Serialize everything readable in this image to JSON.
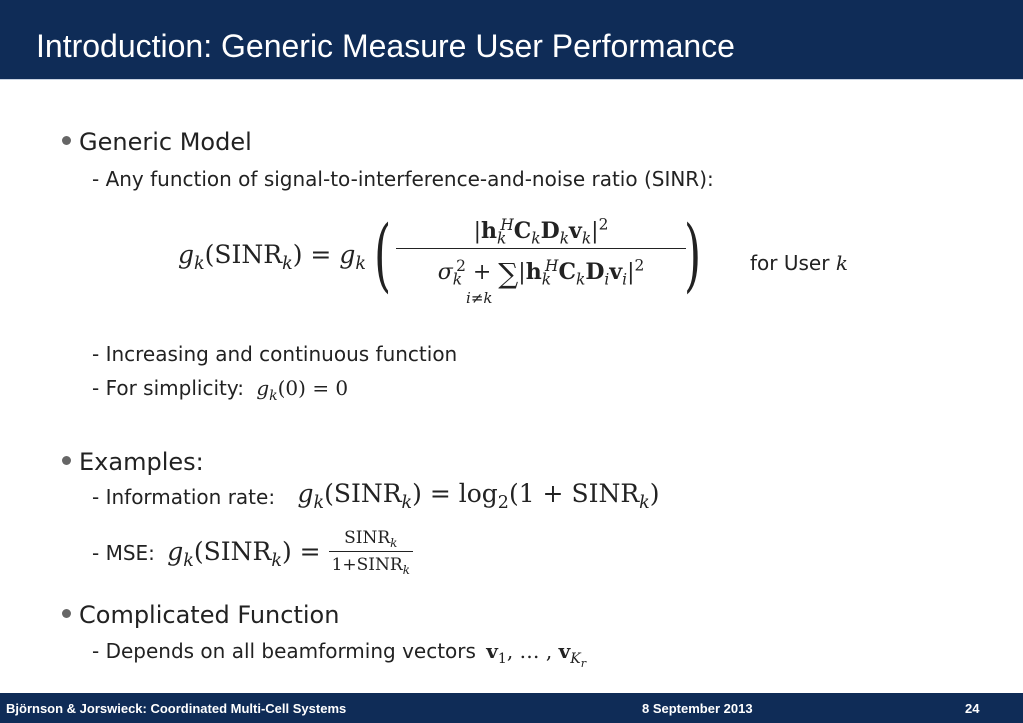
{
  "slide": {
    "title": "Introduction: Generic Measure User Performance"
  },
  "sections": [
    {
      "heading": "Generic Model",
      "items": [
        "- Any function of signal-to-interference-and-noise ratio (SINR):",
        "- Increasing and continuous function",
        "- For simplicity:"
      ]
    },
    {
      "heading": "Examples:",
      "items": [
        "- Information rate:",
        "- MSE:"
      ]
    },
    {
      "heading": "Complicated Function",
      "items": [
        "- Depends on all beamforming vectors"
      ]
    }
  ],
  "formulas": {
    "for_user": "for User"
  },
  "footer": {
    "left": "Björnson & Jorswieck: Coordinated Multi-Cell Systems",
    "center": "8 September 2013",
    "page": "24"
  },
  "colors": {
    "header_bg": "#0f2c57",
    "footer_bg": "#0f2c57",
    "title_text": "#ffffff"
  }
}
